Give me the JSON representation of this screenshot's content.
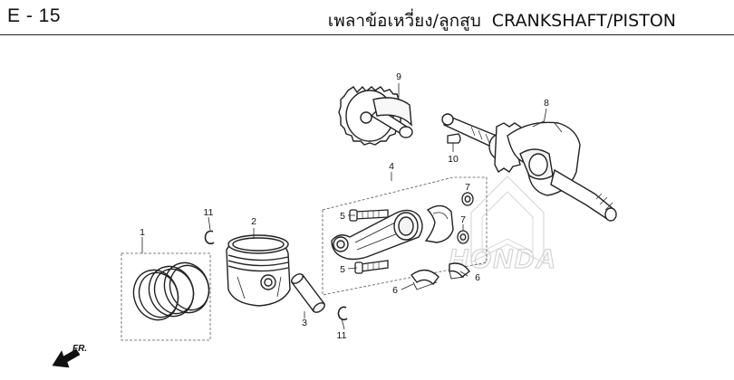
{
  "header": {
    "section_code": "E - 15",
    "title_thai": "เพลาข้อเหวี่ยง/ลูกสูบ",
    "title_en": "CRANKSHAFT/PISTON"
  },
  "watermark": {
    "brand": "HONDA",
    "color": "#d4d4d4"
  },
  "direction": {
    "label": "FR."
  },
  "parts": [
    {
      "ref": "1",
      "name": "piston-ring-set"
    },
    {
      "ref": "2",
      "name": "piston"
    },
    {
      "ref": "3",
      "name": "piston-pin"
    },
    {
      "ref": "4",
      "name": "connecting-rod-assembly"
    },
    {
      "ref": "5",
      "name": "connecting-rod-bolt"
    },
    {
      "ref": "5",
      "name": "connecting-rod-bolt"
    },
    {
      "ref": "6",
      "name": "connecting-rod-bearing"
    },
    {
      "ref": "6",
      "name": "connecting-rod-bearing"
    },
    {
      "ref": "7",
      "name": "connecting-rod-nut"
    },
    {
      "ref": "7",
      "name": "connecting-rod-nut"
    },
    {
      "ref": "8",
      "name": "crankshaft"
    },
    {
      "ref": "9",
      "name": "balancer-shaft"
    },
    {
      "ref": "10",
      "name": "woodruff-key"
    },
    {
      "ref": "11",
      "name": "piston-pin-clip"
    },
    {
      "ref": "11",
      "name": "piston-pin-clip"
    }
  ]
}
